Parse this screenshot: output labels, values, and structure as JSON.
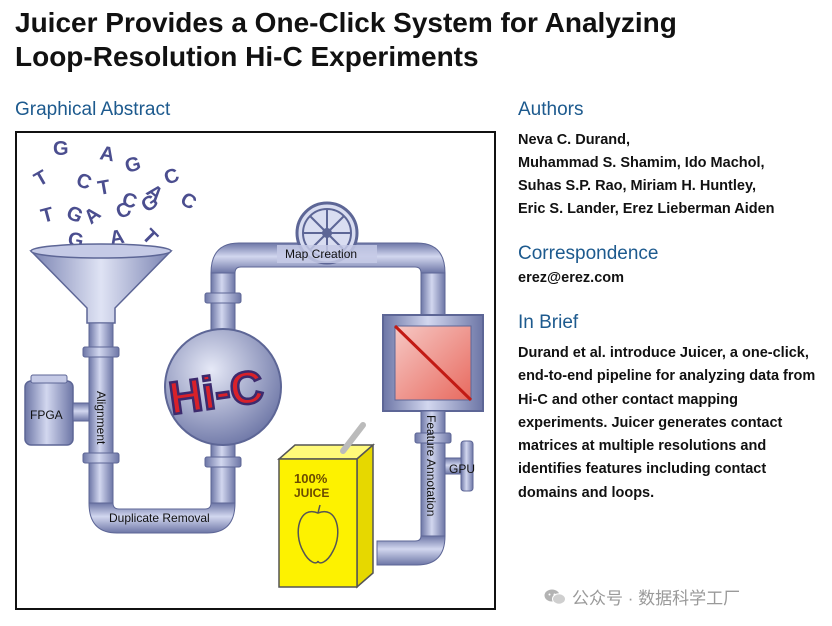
{
  "paper": {
    "title_line1": "Juicer Provides a One-Click System for Analyzing",
    "title_line2": "Loop-Resolution Hi-C Experiments"
  },
  "graphical_abstract": {
    "heading": "Graphical Abstract",
    "letters": [
      "G",
      "A",
      "G",
      "T",
      "C",
      "T",
      "A",
      "C",
      "C",
      "T",
      "G",
      "A",
      "C",
      "G",
      "C",
      "G",
      "A",
      "T"
    ],
    "labels": {
      "map_creation": "Map Creation",
      "alignment": "Alignment",
      "fpga": "FPGA",
      "duplicate_removal": "Duplicate Removal",
      "feature_annotation": "Feature Annotation",
      "gpu": "GPU",
      "juice_percent": "100%",
      "juice_word": "JUICE",
      "hic_logo": "Hi-C"
    },
    "colors": {
      "pipe": "#a9b1d6",
      "pipe_dark": "#6d76a6",
      "letters": "#4b4e8f",
      "juice_box": "#fdf200",
      "heatmap": "#d8322a",
      "hic_logo": "#d8212a"
    }
  },
  "authors": {
    "heading": "Authors",
    "lines": [
      "Neva C. Durand,",
      "Muhammad S. Shamim, Ido Machol,",
      "Suhas S.P. Rao, Miriam H. Huntley,",
      "Eric S. Lander, Erez Lieberman Aiden"
    ]
  },
  "correspondence": {
    "heading": "Correspondence",
    "email": "erez@erez.com"
  },
  "in_brief": {
    "heading": "In Brief",
    "text": "Durand et al. introduce Juicer, a one-click, end-to-end pipeline for analyzing data from Hi-C and other contact mapping experiments. Juicer generates contact matrices at multiple resolutions and identifies features including contact domains and loops."
  },
  "watermark": {
    "text": "公众号 · 数据科学工厂",
    "icon": "wechat-icon"
  }
}
